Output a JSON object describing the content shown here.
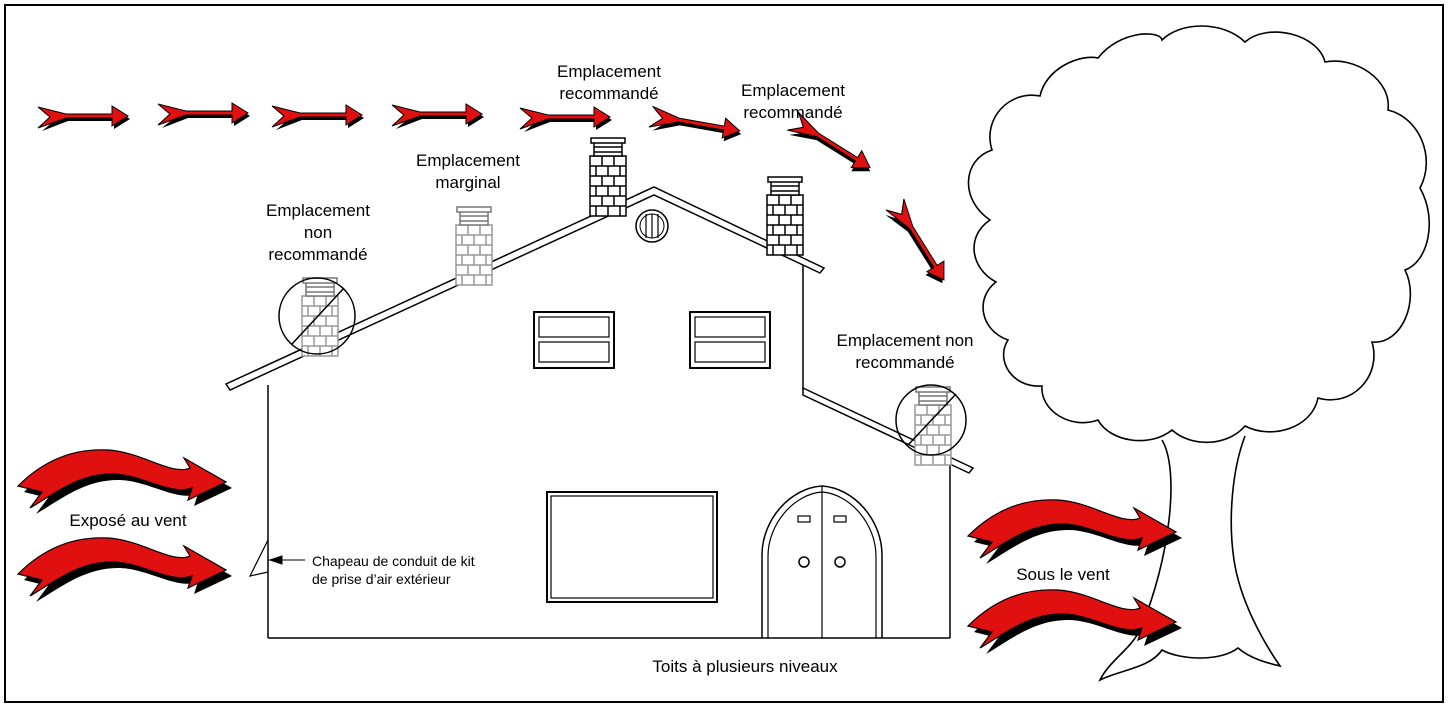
{
  "labels": {
    "marginal_1": "Emplacement",
    "marginal_2": "marginal",
    "not_rec_left_1": "Emplacement",
    "not_rec_left_2": "non",
    "not_rec_left_3": "recommandé",
    "rec_left_1": "Emplacement",
    "rec_left_2": "recommandé",
    "rec_right_1": "Emplacement",
    "rec_right_2": "recommandé",
    "not_rec_right_1": "Emplacement non",
    "not_rec_right_2": "recommandé",
    "windward": "Exposé au vent",
    "leeward": "Sous le vent",
    "cap_1": "Chapeau de conduit de kit",
    "cap_2": "de prise d’air extérieur",
    "caption": "Toits à plusieurs niveaux"
  },
  "colors": {
    "arrow_fill": "#e01010",
    "arrow_shadow": "#000000",
    "line": "#000000",
    "background": "#ffffff"
  }
}
